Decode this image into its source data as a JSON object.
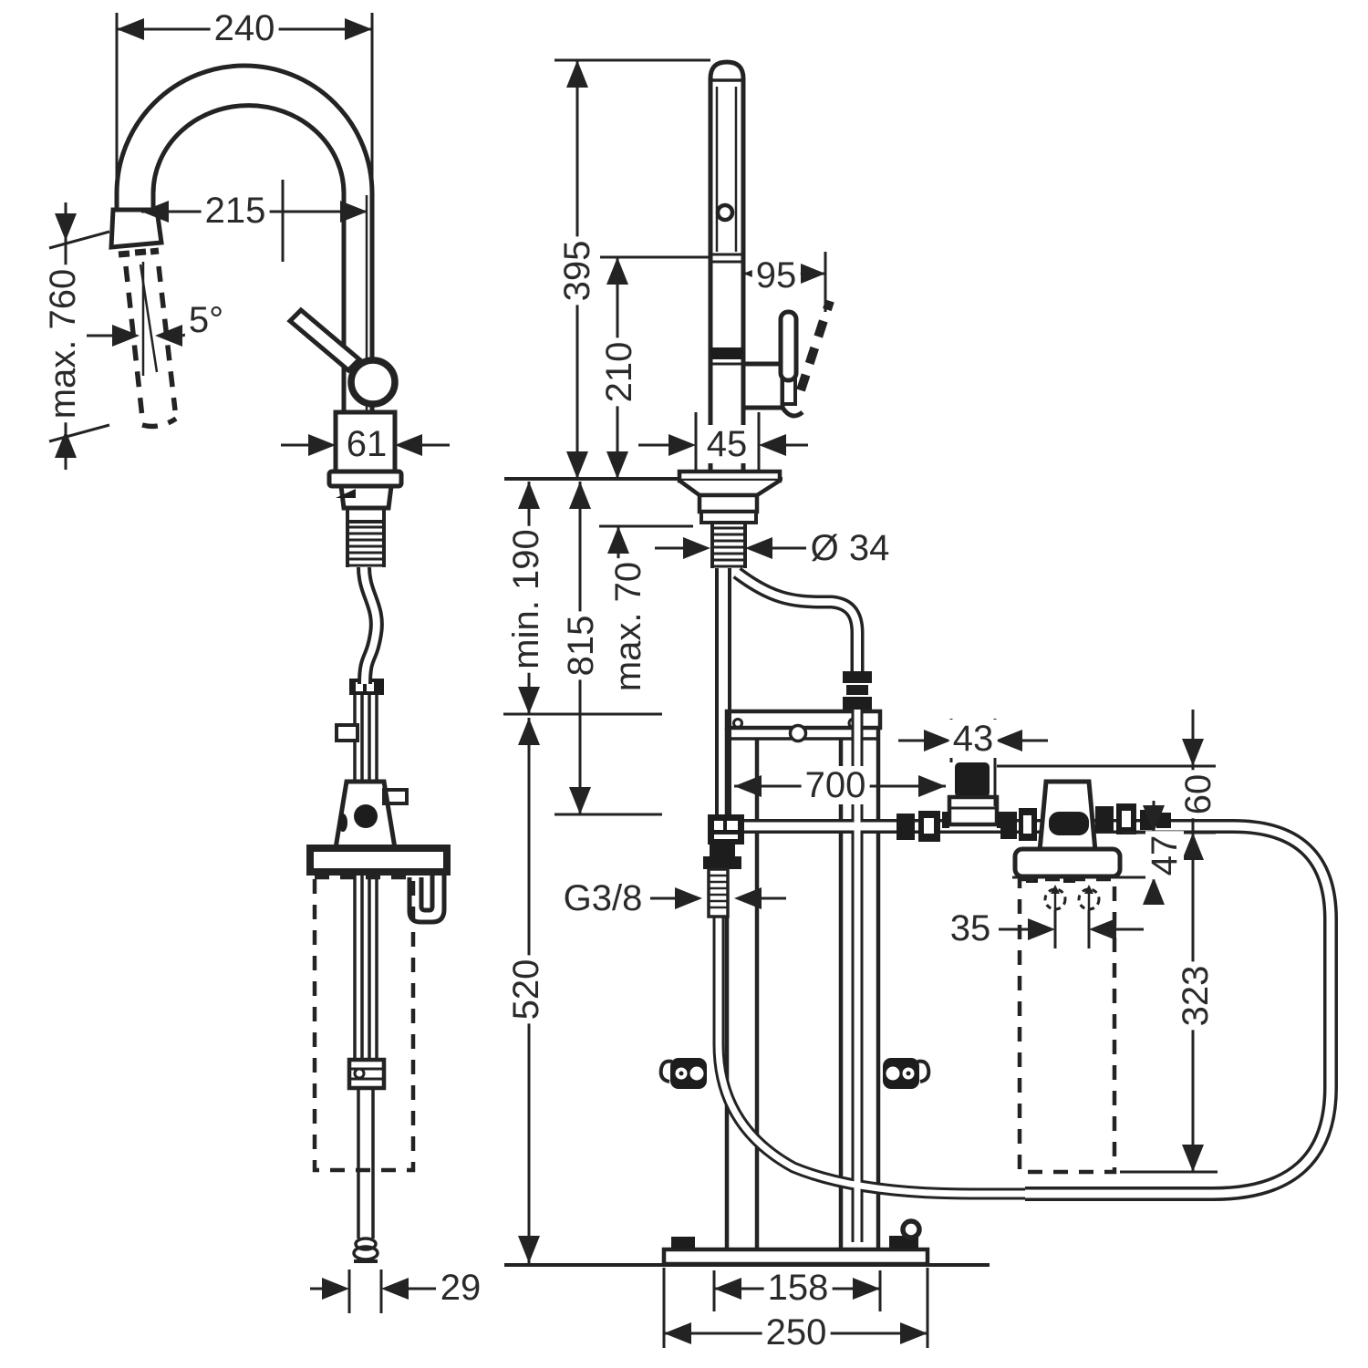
{
  "drawing": {
    "kind": "technical dimension drawing",
    "subject": "kitchen mixer tap with pull-out spray and under-counter installation unit with filter",
    "background_color": "#ffffff",
    "line_color": "#2b2b2b"
  },
  "dims": {
    "spout_reach": {
      "text": "240"
    },
    "spout_reach_inner": {
      "text": "215"
    },
    "max_pullout": {
      "text": "max. 760"
    },
    "spray_angle": {
      "text": "5°"
    },
    "body_width": {
      "text": "61"
    },
    "hose_end_width": {
      "text": "29"
    },
    "total_height": {
      "text": "395"
    },
    "spout_height": {
      "text": "210"
    },
    "handle_projection": {
      "text": "95"
    },
    "base_width": {
      "text": "45"
    },
    "min_clearance": {
      "text": "min. 190"
    },
    "height_815": {
      "text": "815"
    },
    "max_counter_thickness": {
      "text": "max. 70"
    },
    "shank_diameter": {
      "text": "Ø 34"
    },
    "regulator_width": {
      "text": "43"
    },
    "hose_length_700": {
      "text": "700"
    },
    "offset_60": {
      "text": "60"
    },
    "flange_height_47": {
      "text": "47"
    },
    "port_spacing_35": {
      "text": "35"
    },
    "cartridge_height_323": {
      "text": "323"
    },
    "thread_size": {
      "text": "G3/8"
    },
    "unit_height_520": {
      "text": "520"
    },
    "foot_inner_width_158": {
      "text": "158"
    },
    "base_plate_width_250": {
      "text": "250"
    }
  }
}
